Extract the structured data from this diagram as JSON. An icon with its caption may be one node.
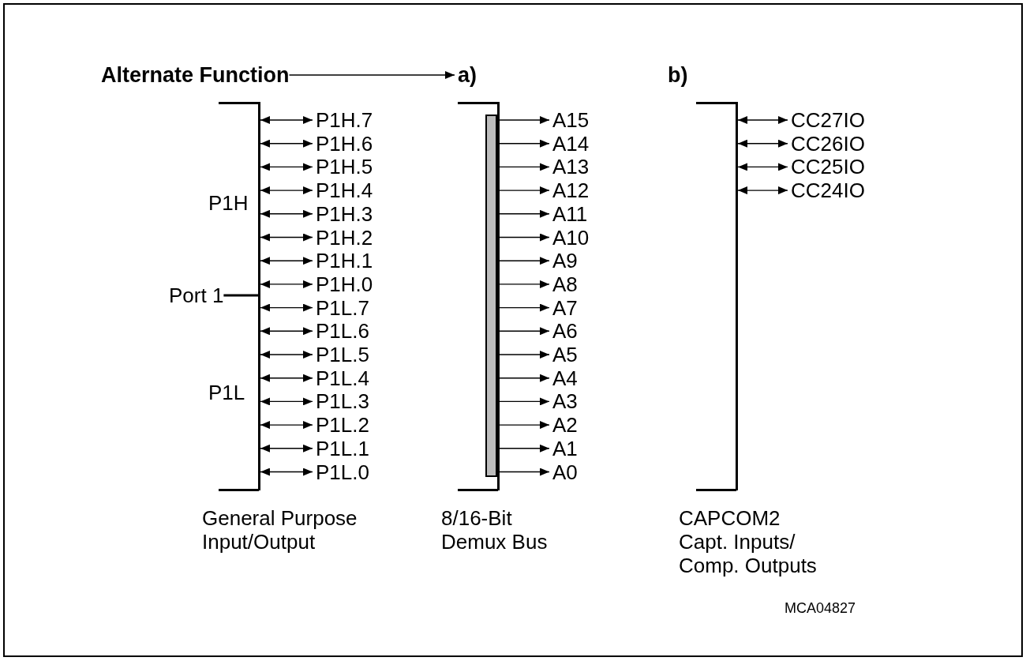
{
  "diagram": {
    "nodes": [
      {
        "text": [
          "Alternate Function"
        ]
      },
      {
        "text": [
          "a)"
        ]
      },
      {
        "text": [
          "b)"
        ]
      },
      {
        "text": [
          "Port 1"
        ]
      },
      {
        "text": [
          "P1H.7"
        ]
      },
      {
        "text": [
          "P1H.6"
        ]
      },
      {
        "text": [
          "P1H.5"
        ]
      },
      {
        "text": [
          "P1H.4"
        ]
      },
      {
        "text": [
          "P1H.3"
        ]
      },
      {
        "text": [
          "P1H.2"
        ]
      },
      {
        "text": [
          "P1H.1"
        ]
      },
      {
        "text": [
          "P1H.0"
        ]
      },
      {
        "text": [
          "P1L.7"
        ]
      },
      {
        "text": [
          "P1L.6"
        ]
      },
      {
        "text": [
          "P1L.5"
        ]
      },
      {
        "text": [
          "P1L.4"
        ]
      },
      {
        "text": [
          "P1L.3"
        ]
      },
      {
        "text": [
          "P1L.2"
        ]
      },
      {
        "text": [
          "P1L.1"
        ]
      },
      {
        "text": [
          "P1L.0"
        ]
      },
      {
        "text": [],
        "shape": "bar"
      },
      {
        "text": [
          "A15"
        ]
      },
      {
        "text": [
          "A14"
        ]
      },
      {
        "text": [
          "A13"
        ]
      },
      {
        "text": [
          "A12"
        ]
      },
      {
        "text": [
          "A11"
        ]
      },
      {
        "text": [
          "A10"
        ]
      },
      {
        "text": [
          "A9"
        ]
      },
      {
        "text": [
          "A8"
        ]
      },
      {
        "text": [
          "A7"
        ]
      },
      {
        "text": [
          "A6"
        ]
      },
      {
        "text": [
          "A5"
        ]
      },
      {
        "text": [
          "A4"
        ]
      },
      {
        "text": [
          "A3"
        ]
      },
      {
        "text": [
          "A2"
        ]
      },
      {
        "text": [
          "A1"
        ]
      },
      {
        "text": [
          "A0"
        ]
      },
      {
        "text": [
          "CC27IO"
        ]
      },
      {
        "text": [
          "CC26IO"
        ]
      },
      {
        "text": [
          "CC25IO"
        ]
      },
      {
        "text": [
          "CC24IO"
        ]
      },
      {
        "text": [],
        "shape": "bracket"
      },
      {
        "text": [],
        "shape": "bracket"
      },
      {
        "text": [],
        "shape": "bracket"
      }
    ],
    "edges": [
      {
        "from": 0,
        "to": 1,
        "arrow": "to"
      },
      {
        "from": 3,
        "to": 41,
        "arrow": "none"
      },
      {
        "from": 41,
        "to": 4,
        "arrow": "both"
      },
      {
        "from": 41,
        "to": 5,
        "arrow": "both"
      },
      {
        "from": 41,
        "to": 6,
        "arrow": "both"
      },
      {
        "from": 41,
        "to": 7,
        "arrow": "both"
      },
      {
        "from": 41,
        "to": 8,
        "arrow": "both"
      },
      {
        "from": 41,
        "to": 9,
        "arrow": "both"
      },
      {
        "from": 41,
        "to": 10,
        "arrow": "both"
      },
      {
        "from": 41,
        "to": 11,
        "arrow": "both"
      },
      {
        "from": 41,
        "to": 12,
        "arrow": "both"
      },
      {
        "from": 41,
        "to": 13,
        "arrow": "both"
      },
      {
        "from": 41,
        "to": 14,
        "arrow": "both"
      },
      {
        "from": 41,
        "to": 15,
        "arrow": "both"
      },
      {
        "from": 41,
        "to": 16,
        "arrow": "both"
      },
      {
        "from": 41,
        "to": 17,
        "arrow": "both"
      },
      {
        "from": 41,
        "to": 18,
        "arrow": "both"
      },
      {
        "from": 41,
        "to": 19,
        "arrow": "both"
      },
      {
        "from": 20,
        "to": 21,
        "arrow": "to"
      },
      {
        "from": 20,
        "to": 22,
        "arrow": "to"
      },
      {
        "from": 20,
        "to": 23,
        "arrow": "to"
      },
      {
        "from": 20,
        "to": 24,
        "arrow": "to"
      },
      {
        "from": 20,
        "to": 25,
        "arrow": "to"
      },
      {
        "from": 20,
        "to": 26,
        "arrow": "to"
      },
      {
        "from": 20,
        "to": 27,
        "arrow": "to"
      },
      {
        "from": 20,
        "to": 28,
        "arrow": "to"
      },
      {
        "from": 20,
        "to": 29,
        "arrow": "to"
      },
      {
        "from": 20,
        "to": 30,
        "arrow": "to"
      },
      {
        "from": 20,
        "to": 31,
        "arrow": "to"
      },
      {
        "from": 20,
        "to": 32,
        "arrow": "to"
      },
      {
        "from": 20,
        "to": 33,
        "arrow": "to"
      },
      {
        "from": 20,
        "to": 34,
        "arrow": "to"
      },
      {
        "from": 20,
        "to": 35,
        "arrow": "to"
      },
      {
        "from": 20,
        "to": 36,
        "arrow": "to"
      },
      {
        "from": 43,
        "to": 37,
        "arrow": "both"
      },
      {
        "from": 43,
        "to": 38,
        "arrow": "both"
      },
      {
        "from": 43,
        "to": 39,
        "arrow": "both"
      },
      {
        "from": 43,
        "to": 40,
        "arrow": "both"
      }
    ],
    "labels": [
      "P1H",
      "P1L",
      "General Purpose Input/Output",
      "8/16-Bit Demux Bus",
      "CAPCOM2 Capt. Inputs/ Comp. Outputs",
      "MCA04827"
    ]
  }
}
